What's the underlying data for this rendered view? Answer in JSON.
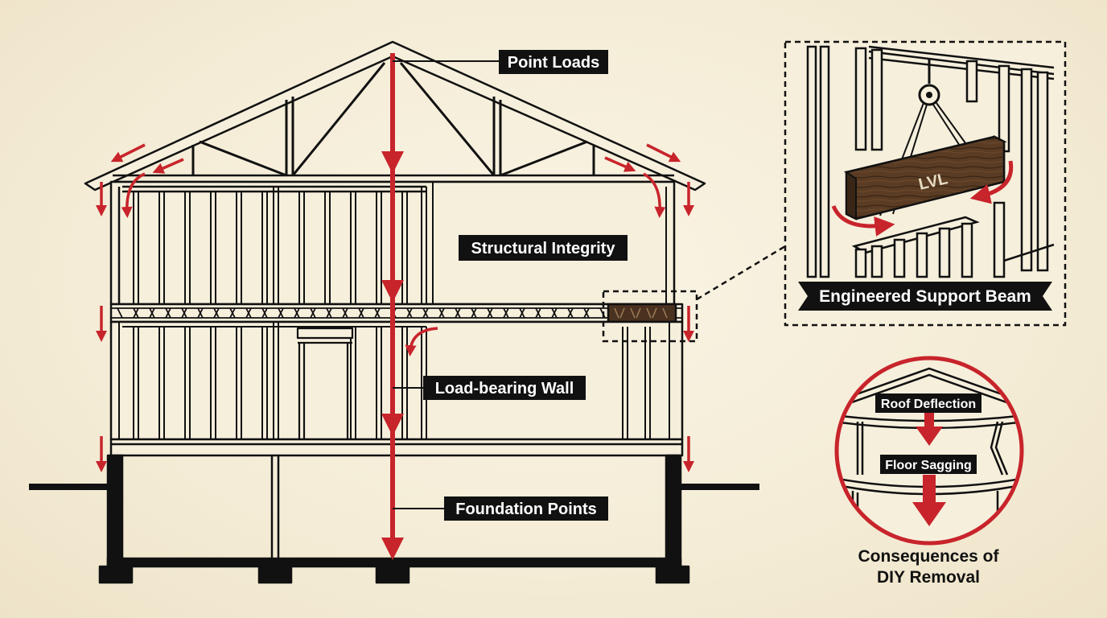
{
  "labels": {
    "point_loads": "Point Loads",
    "structural_integrity": "Structural Integrity",
    "load_bearing_wall": "Load-bearing Wall",
    "foundation_points": "Foundation Points"
  },
  "inset": {
    "beam_text": "LVL",
    "banner": "Engineered Support Beam"
  },
  "consequences": {
    "roof_deflection": "Roof Deflection",
    "floor_sagging": "Floor Sagging",
    "caption_line1": "Consequences of",
    "caption_line2": "DIY Removal"
  },
  "colors": {
    "ink": "#111111",
    "accent_red": "#c8242b",
    "paper": "#f6efdc",
    "beam_wood": "#4a3220"
  }
}
